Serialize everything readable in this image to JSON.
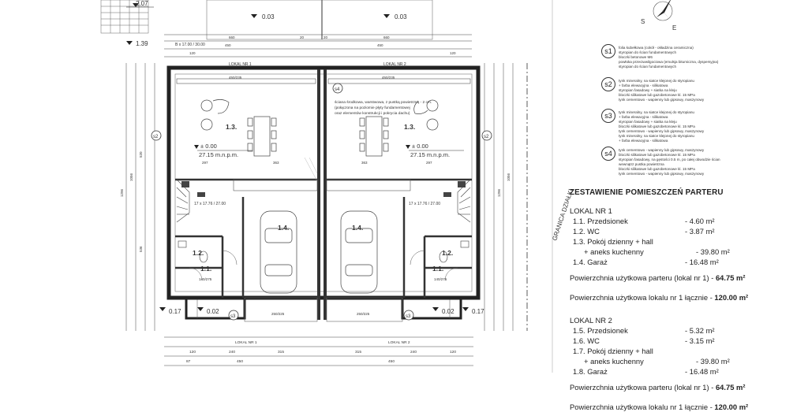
{
  "plan": {
    "top_dims": [
      "2.07",
      "1.39",
      "0.03",
      "0.03",
      "0.17",
      "0.02",
      "0.02",
      "0.17"
    ],
    "spot_level": "± 0.00",
    "spot_elevation": "27.15 m.n.p.m.",
    "lokal_labels": [
      "LOKAL NR 1",
      "LOKAL NR 2"
    ],
    "rooms": [
      "1.3.",
      "1.3.",
      "1.4.",
      "1.4.",
      "1.2.",
      "1.2.",
      "1.1.",
      "1.1."
    ],
    "stairs_note": "17 x 17.76 / 27.00",
    "partition_note": [
      "ściana środkowa, warstwowa, z pustką powietrzną - 2 cm.",
      "(połączona na poziomie płyty fundamentowej",
      "oraz elementów konstrukcji i pokrycia dachu)"
    ],
    "section_tags": [
      "s1",
      "s2",
      "s3",
      "s4"
    ],
    "boundary_label": "GRANICA DZIAŁKI",
    "dim_small": [
      "450/235",
      "450/235",
      "250/225",
      "250/225",
      "140/275",
      "140/275",
      "297",
      "363",
      "363",
      "297"
    ],
    "compass": [
      "S",
      "E"
    ]
  },
  "legend": {
    "s1": [
      "folia kubełkowa (cokół - okładzina ceramiczna)",
      "styropian do ścian fundamentowych",
      "bloczki betonowe M6",
      "powłoka przeciwwilgociowa (emulsja bitumiczna, dyspersyjna)",
      "styropian do ścian fundamentowych"
    ],
    "s2": [
      "tynk mineralny, na siatce klejonej do styropianu",
      "+ farba elewacyjna - silikatowa",
      "styropian fasadowy + siatka na kleju",
      "bloczki silikatowe lub gazobetonowe kl. 15 MPa",
      "tynk cementowo - wapienny lub gipsowy, maszynowy"
    ],
    "s3": [
      "tynk mineralny, na siatce klejonej do styropianu",
      "+ farba elewacyjna - silikatowa",
      "styropian fasadowy + siatka na kleju",
      "bloczki silikatowe lub gazobetonowe kl. 15 MPa",
      "tynk cementowo - wapienny lub gipsowy, maszynowy",
      "tynk mineralny, na siatce klejonej do styropianu",
      "+ farba elewacyjna - silikatowa"
    ],
    "s4": [
      "tynk cementowo - wapienny lub gipsowy, maszynowy",
      "bloczki silikatowe lub gazobetonowe kl. 15 MPa",
      "styropian fasadowy, na gęstości 0.5 m, po całej obwodzie ścian",
      "wewnątrz pustka powietrzna",
      "bloczki silikatowe lub gazobetonowe kl. 15 MPa",
      "tynk cementowo - wapienny lub gipsowy, maszynowy"
    ]
  },
  "summary": {
    "heading": "ZESTAWIENIE POMIESZCZEŃ PARTERU",
    "lokal1": {
      "title": "LOKAL NR 1",
      "rows": [
        {
          "label": "1.1. Przedsionek",
          "value": "- 4.60 m²"
        },
        {
          "label": "1.2. WC",
          "value": "- 3.87 m²"
        },
        {
          "label": "1.3. Pokój dzienny + hall",
          "value": ""
        },
        {
          "label": "+ aneks kuchenny",
          "value": "- 39.80 m²",
          "sub": true
        },
        {
          "label": "1.4. Garaż",
          "value": "- 16.48 m²"
        }
      ],
      "floor_area_label": "Powierzchnia użytkowa parteru (lokal nr 1) - ",
      "floor_area_value": "64.75 m²",
      "total_label": "Powierzchnia użytkowa lokalu nr 1 łącznie - ",
      "total_value": "120.00 m²"
    },
    "lokal2": {
      "title": "LOKAL NR 2",
      "rows": [
        {
          "label": "1.5. Przedsionek",
          "value": "- 5.32 m²"
        },
        {
          "label": "1.6. WC",
          "value": "- 3.15 m²"
        },
        {
          "label": "1.7. Pokój dzienny + hall",
          "value": ""
        },
        {
          "label": "+ aneks kuchenny",
          "value": "- 39.80 m²",
          "sub": true
        },
        {
          "label": "1.8. Garaż",
          "value": "- 16.48 m²"
        }
      ],
      "floor_area_label": "Powierzchnia użytkowa parteru (lokal nr 1) - ",
      "floor_area_value": "64.75 m²",
      "total_label": "Powierzchnia użytkowa lokalu nr 1 łącznie - ",
      "total_value": "120.00 m²"
    }
  }
}
